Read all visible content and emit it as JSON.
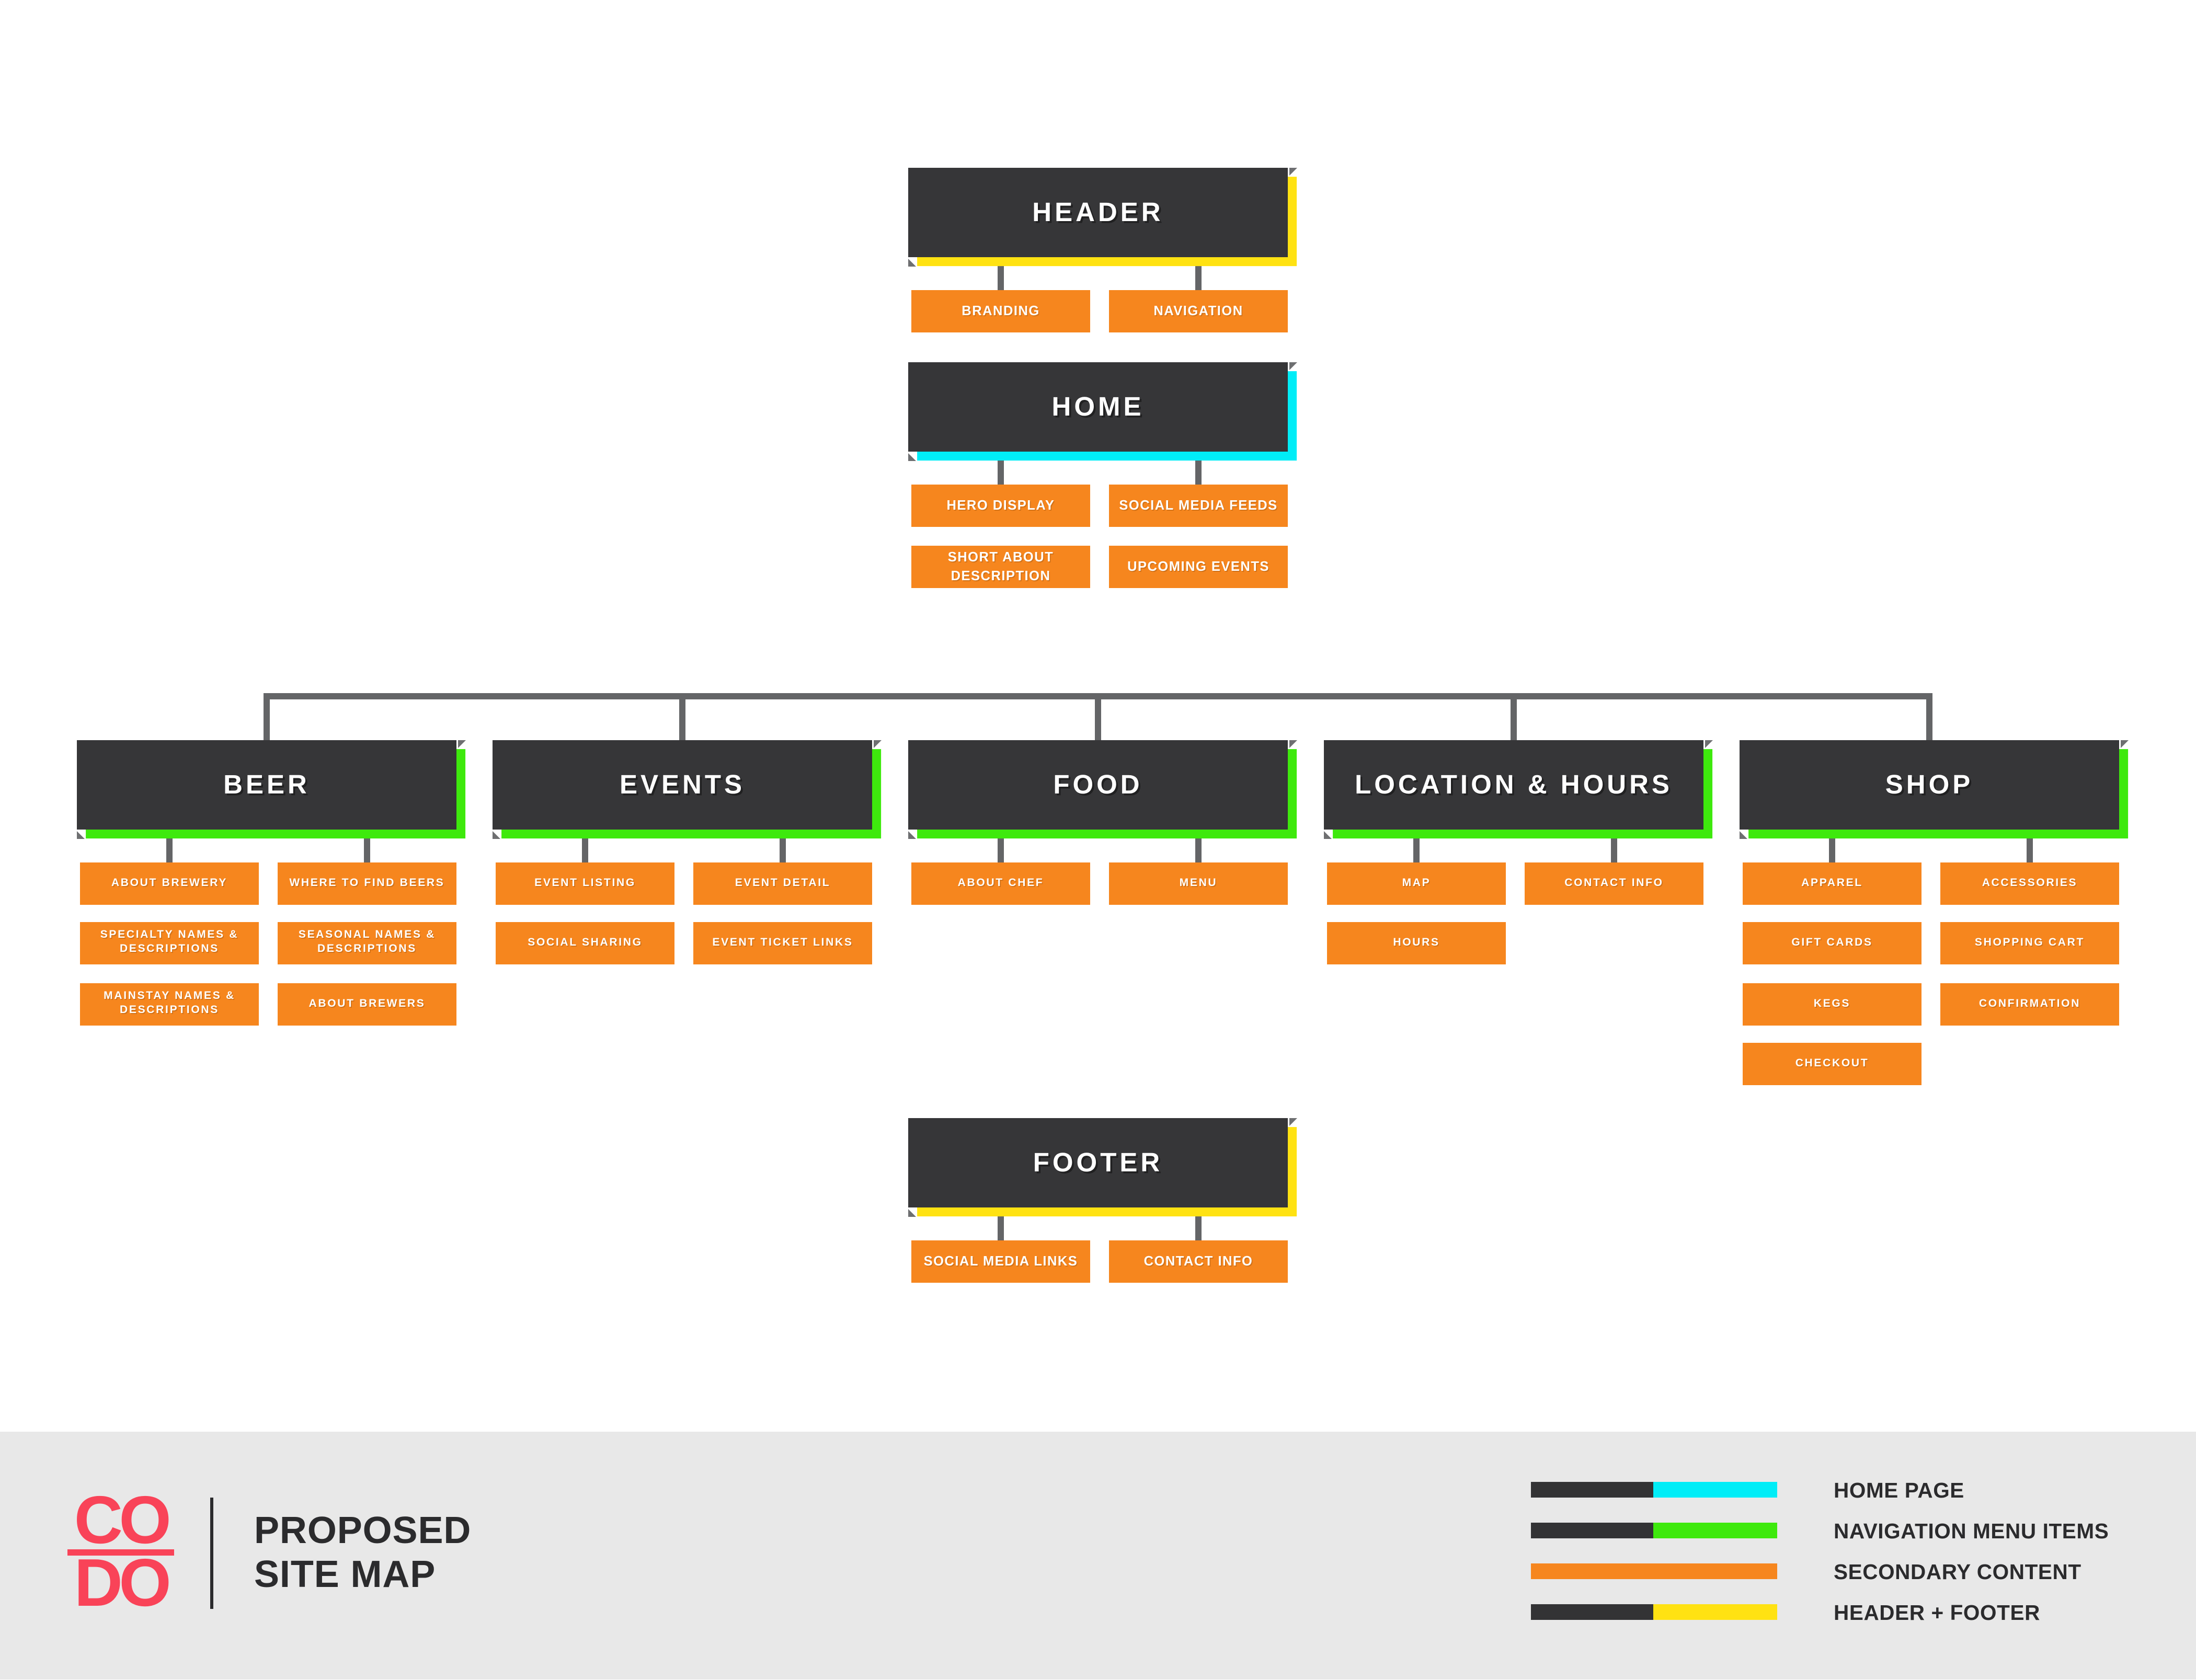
{
  "title": "Proposed Site Map",
  "colors": {
    "dark_box": "#363638",
    "orange": "#F6861E",
    "cyan": "#00EDF7",
    "green": "#3EE90D",
    "yellow": "#FFE212",
    "line_gray": "#646567",
    "band_bg": "#E8E8E8",
    "logo_pink": "#F94358",
    "text_dark": "#2B2B2D"
  },
  "diagram": {
    "header": {
      "label": "HEADER",
      "children": [
        "BRANDING",
        "NAVIGATION"
      ]
    },
    "home": {
      "label": "HOME",
      "children": [
        "HERO DISPLAY",
        "SOCIAL MEDIA FEEDS",
        "SHORT ABOUT DESCRIPTION",
        "UPCOMING EVENTS"
      ]
    },
    "sections": [
      {
        "label": "BEER",
        "children": [
          "ABOUT BREWERY",
          "WHERE TO FIND BEERS",
          "SPECIALTY NAMES & DESCRIPTIONS",
          "SEASONAL NAMES & DESCRIPTIONS",
          "MAINSTAY NAMES & DESCRIPTIONS",
          "ABOUT BREWERS"
        ]
      },
      {
        "label": "EVENTS",
        "children": [
          "EVENT LISTING",
          "EVENT DETAIL",
          "SOCIAL SHARING",
          "EVENT TICKET LINKS"
        ]
      },
      {
        "label": "FOOD",
        "children": [
          "ABOUT CHEF",
          "MENU"
        ]
      },
      {
        "label": "LOCATION & HOURS",
        "children": [
          "MAP",
          "CONTACT INFO",
          "HOURS"
        ]
      },
      {
        "label": "SHOP",
        "children": [
          "APPAREL",
          "ACCESSORIES",
          "GIFT CARDS",
          "SHOPPING CART",
          "KEGS",
          "CONFIRMATION",
          "CHECKOUT"
        ]
      }
    ],
    "footer": {
      "label": "FOOTER",
      "children": [
        "SOCIAL MEDIA LINKS",
        "CONTACT INFO"
      ]
    }
  },
  "branding": {
    "logo_line1": "CO",
    "logo_line2": "DO",
    "title_line1": "PROPOSED",
    "title_line2": "SITE MAP"
  },
  "legend": {
    "items": [
      {
        "label": "HOME PAGE",
        "color": "#00EDF7"
      },
      {
        "label": "NAVIGATION MENU ITEMS",
        "color": "#3EE90D"
      },
      {
        "label": "SECONDARY CONTENT",
        "color": "#F6861E"
      },
      {
        "label": "HEADER + FOOTER",
        "color": "#FFE212"
      }
    ]
  }
}
